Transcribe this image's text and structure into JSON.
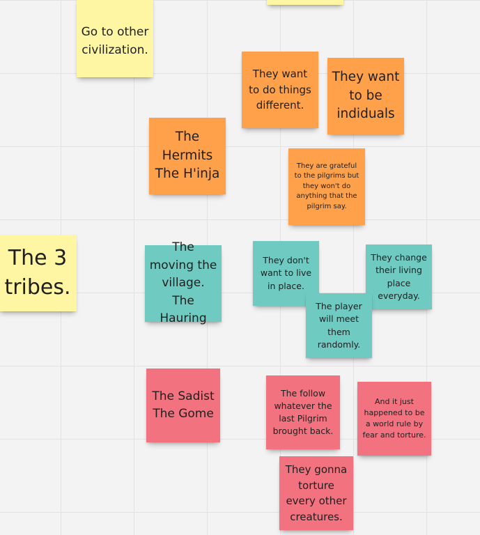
{
  "colors": {
    "yellow": "#fff6a3",
    "orange": "#ffa04a",
    "teal": "#6fcac2",
    "pink": "#f3727f",
    "board_bg": "#f3f3f3",
    "grid_line": "#e2e2e2"
  },
  "notes": {
    "top_partial": "",
    "go_to_other": "Go to other civilization.",
    "want_different": "They want to do things different.",
    "want_individuals": "They want to be indiduals",
    "hermits": "The Hermits The H'inja",
    "grateful": "They are grateful to the pilgrims but they won't do anything that the pilgrim say.",
    "three_tribes": "The 3 tribes.",
    "moving_village": "The moving the village. The Hauring",
    "dont_want_live": "They don't want to live in place.",
    "change_place": "They change their living place everyday.",
    "player_meet": "The player will meet them randomly.",
    "sadist": "The Sadist The Gome",
    "follow_whatever": "The follow whatever the last Pilgrim brought back.",
    "world_rule": "And it just happened to be a  world rule by fear and torture.",
    "torture": "They gonna torture every other creatures."
  }
}
